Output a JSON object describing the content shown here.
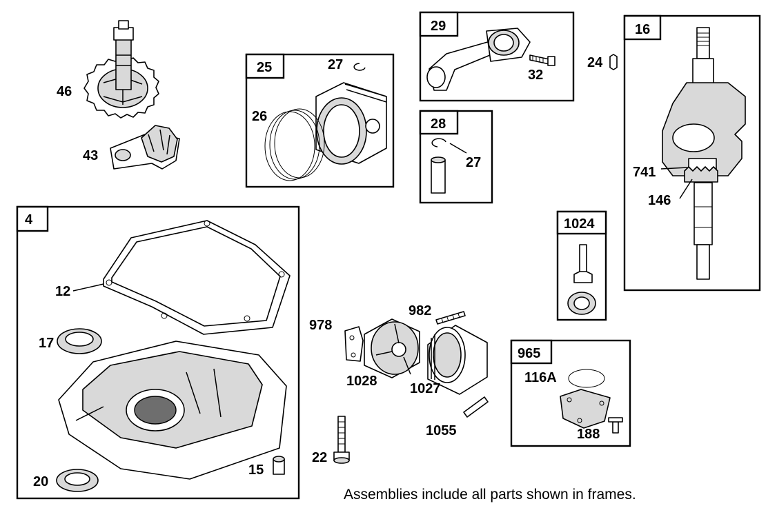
{
  "frames": {
    "f4": "4",
    "f25": "25",
    "f29": "29",
    "f28": "28",
    "f16": "16",
    "f1024": "1024",
    "f965": "965"
  },
  "callouts": {
    "c46": "46",
    "c43": "43",
    "c25_27": "27",
    "c26": "26",
    "c29_32": "32",
    "c28_27": "27",
    "c24": "24",
    "c741": "741",
    "c146": "146",
    "c12": "12",
    "c17": "17",
    "c20": "20",
    "c15": "15",
    "c978": "978",
    "c982": "982",
    "c1028": "1028",
    "c1027": "1027",
    "c1055": "1055",
    "c22": "22",
    "c116A": "116A",
    "c188": "188"
  },
  "footnote": "Assemblies include all parts shown in frames."
}
